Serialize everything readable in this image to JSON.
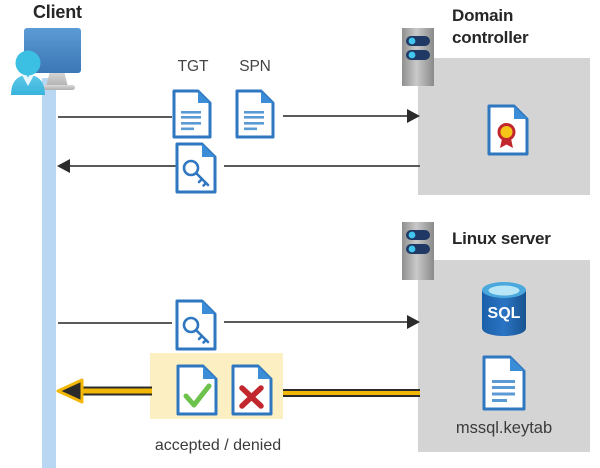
{
  "diagram": {
    "title": "Kerberos authentication flow between client, domain controller and Linux server",
    "type": "sequence-diagram"
  },
  "actors": {
    "client": {
      "label": "Client",
      "icon": "user-with-monitor-icon"
    },
    "domain_controller": {
      "label_line1": "Domain",
      "label_line2": "controller",
      "icon": "server-rack-icon",
      "contents": [
        {
          "name": "certificate-document-icon",
          "label": ""
        }
      ]
    },
    "linux_server": {
      "label": "Linux server",
      "icon": "server-rack-icon",
      "contents": [
        {
          "name": "sql-database-icon",
          "label": "SQL"
        },
        {
          "name": "keytab-document-icon",
          "label": "mssql.keytab"
        }
      ]
    }
  },
  "messages": [
    {
      "id": "request-tgt-spn",
      "direction": "client-to-domain-controller",
      "artifacts": [
        {
          "name": "tgt-document-icon",
          "label": "TGT"
        },
        {
          "name": "spn-document-icon",
          "label": "SPN"
        }
      ]
    },
    {
      "id": "issue-service-ticket",
      "direction": "domain-controller-to-client",
      "artifacts": [
        {
          "name": "key-document-icon",
          "label": ""
        }
      ]
    },
    {
      "id": "present-service-ticket",
      "direction": "client-to-linux-server",
      "artifacts": [
        {
          "name": "key-document-icon",
          "label": ""
        }
      ]
    },
    {
      "id": "auth-result",
      "direction": "linux-server-to-client",
      "highlighted": true,
      "artifacts": [
        {
          "name": "accepted-document-icon",
          "label": ""
        },
        {
          "name": "denied-document-icon",
          "label": ""
        }
      ],
      "caption": "accepted / denied"
    }
  ],
  "colors": {
    "panel_gray": "#d4d4d4",
    "lifeline_blue": "#b9d7f2",
    "doc_blue": "#2f77c0",
    "accent_yellow": "#f2b705",
    "highlight_yellow": "#fcf0c3",
    "check_green": "#6cc24a",
    "cross_red": "#c1272d",
    "line_gray": "#5a5a5a",
    "sql_blue": "#1f5fa9",
    "seal_red": "#c1272d",
    "seal_gold": "#f5c518"
  }
}
